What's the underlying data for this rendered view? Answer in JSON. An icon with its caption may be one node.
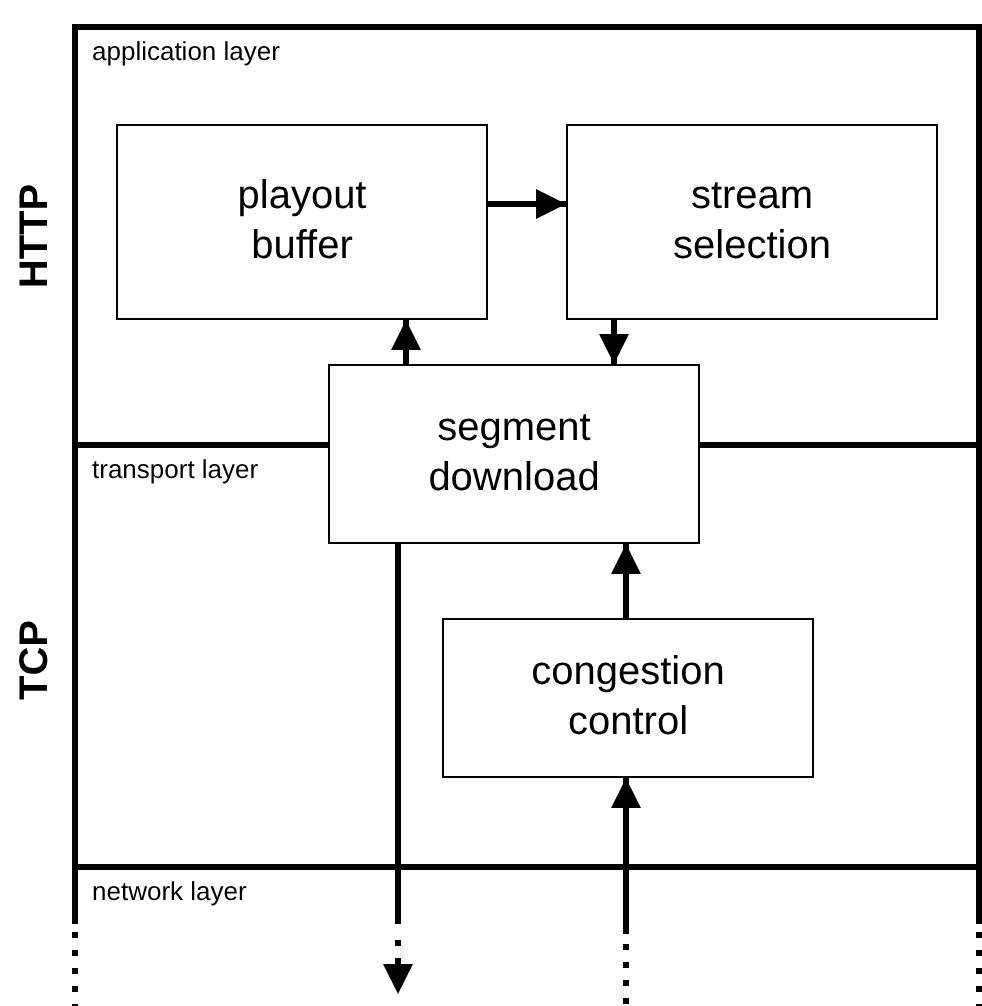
{
  "diagram": {
    "nodes": [
      {
        "text": [
          "application layer"
        ],
        "beside": [
          "HTTP"
        ]
      },
      {
        "text": [
          "playout buffer"
        ],
        "in": 0
      },
      {
        "text": [
          "stream selection"
        ],
        "in": 0
      },
      {
        "text": [
          "segment download"
        ]
      },
      {
        "text": [
          "transport layer"
        ],
        "beside": [
          "TCP"
        ]
      },
      {
        "text": [
          "congestion control"
        ],
        "in": 4
      },
      {
        "text": [
          "network layer"
        ]
      }
    ],
    "edges": [
      {
        "from": 1,
        "to": 2,
        "arrow": "to"
      },
      {
        "from": 3,
        "to": 1,
        "arrow": "to"
      },
      {
        "from": 2,
        "to": 3,
        "arrow": "to"
      },
      {
        "from": 5,
        "to": 3,
        "arrow": "to"
      },
      {
        "from": 3,
        "to": null,
        "arrow": "to",
        "style": "dashed"
      },
      {
        "from": null,
        "to": 5,
        "arrow": "to",
        "style": "dashed"
      }
    ]
  }
}
